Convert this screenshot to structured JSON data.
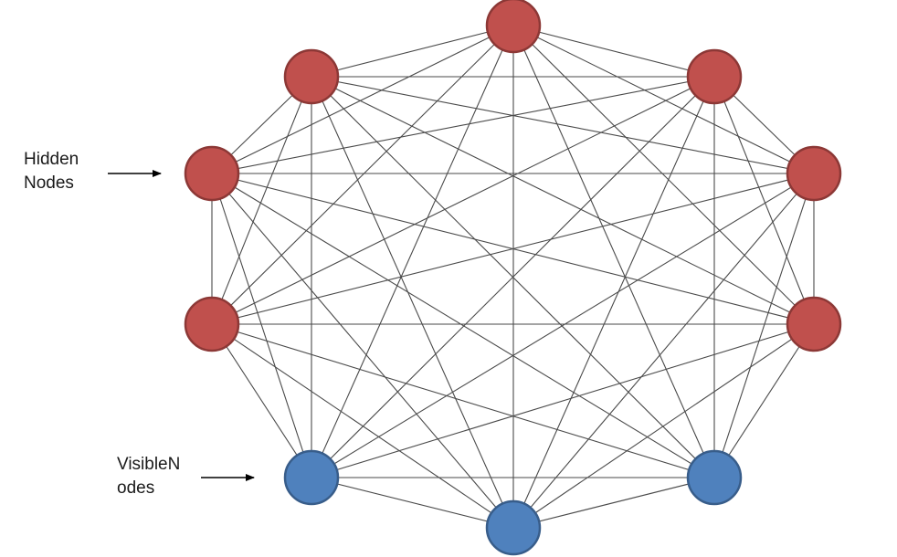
{
  "labels": {
    "hidden": [
      "Hidden",
      "Nodes"
    ],
    "visible": [
      "VisibleN",
      "odes"
    ]
  },
  "colors": {
    "hidden_fill": "#c0504d",
    "hidden_stroke": "#8c3836",
    "visible_fill": "#4f81bd",
    "visible_stroke": "#385d8a",
    "edge": "#4a4a4a",
    "background": "#ffffff"
  },
  "nodes": [
    {
      "id": "h1",
      "type": "hidden"
    },
    {
      "id": "h2",
      "type": "hidden"
    },
    {
      "id": "h3",
      "type": "hidden"
    },
    {
      "id": "h4",
      "type": "hidden"
    },
    {
      "id": "h5",
      "type": "hidden"
    },
    {
      "id": "h6",
      "type": "hidden"
    },
    {
      "id": "h7",
      "type": "hidden"
    },
    {
      "id": "v1",
      "type": "visible"
    },
    {
      "id": "v2",
      "type": "visible"
    },
    {
      "id": "v3",
      "type": "visible"
    }
  ],
  "connectivity": "fully-connected"
}
